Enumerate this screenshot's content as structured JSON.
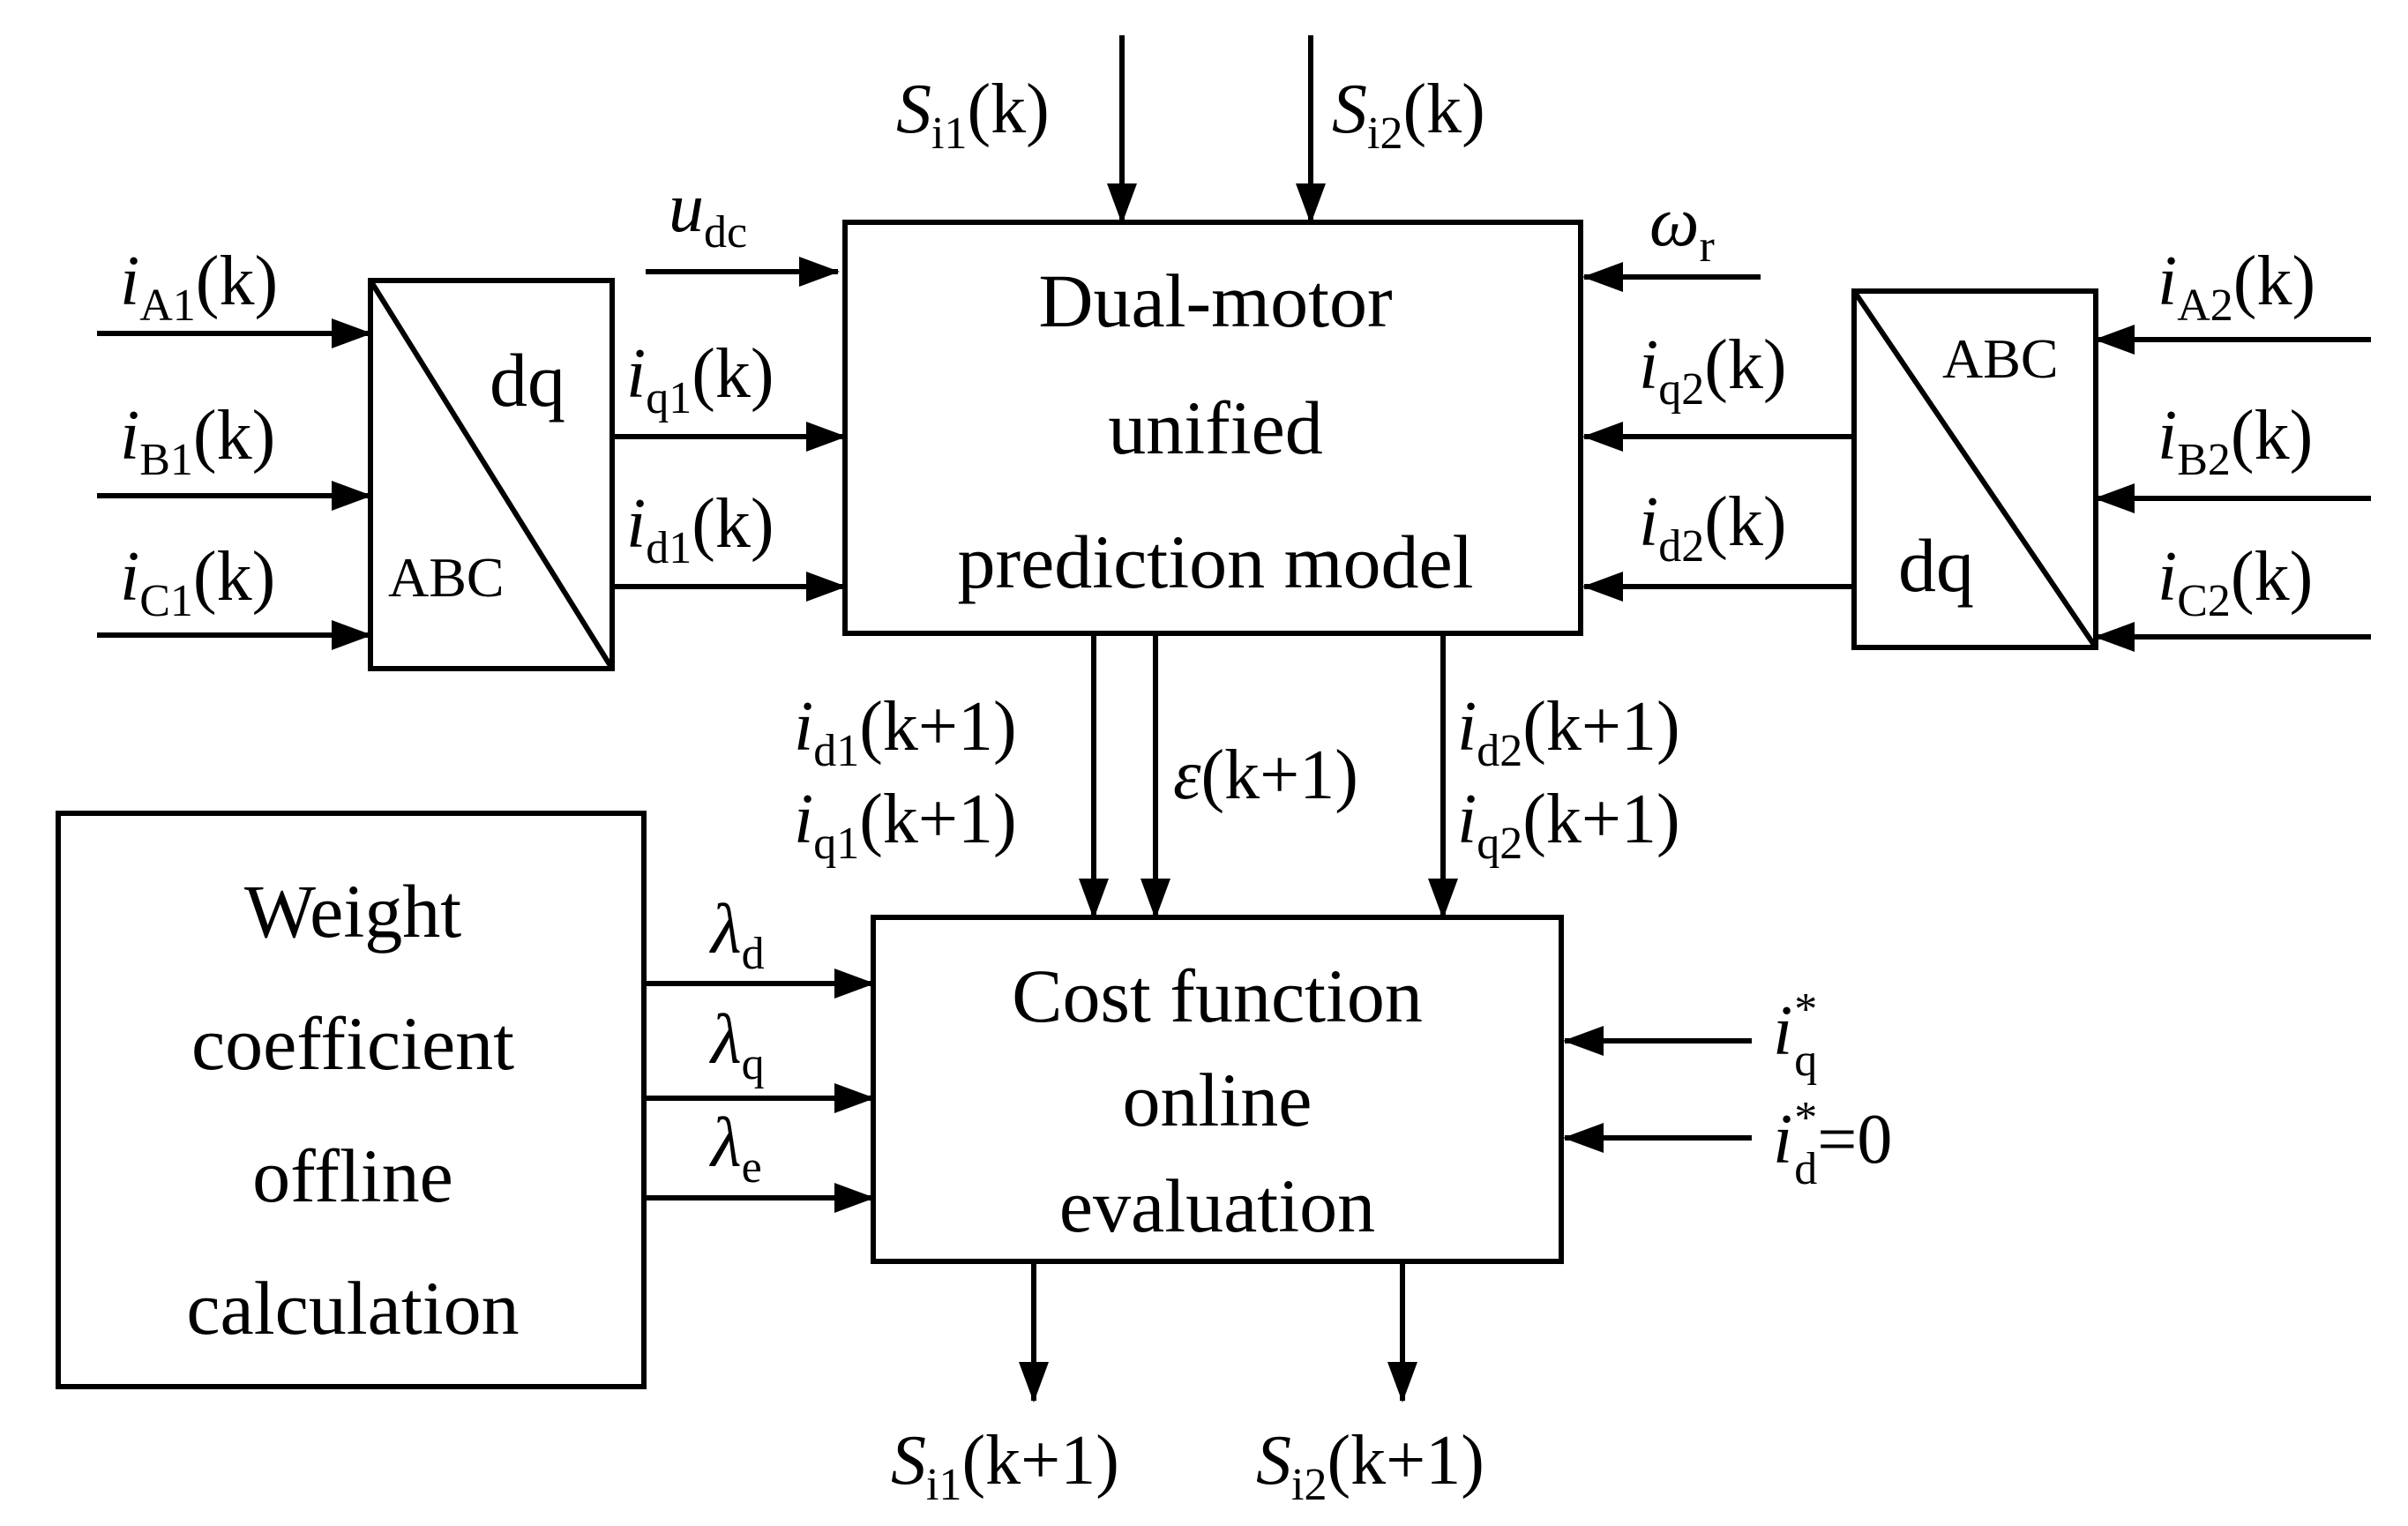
{
  "blocks": {
    "abc_dq_left": {
      "top": "dq",
      "bottom": "ABC"
    },
    "abc_dq_right": {
      "top": "ABC",
      "bottom": "dq"
    },
    "prediction": {
      "lines": [
        "Dual-motor",
        "unified",
        "prediction model"
      ]
    },
    "cost": {
      "lines": [
        "Cost function",
        "online",
        "evaluation"
      ]
    },
    "weight": {
      "lines": [
        "Weight",
        "coefficient",
        "offline",
        "calculation"
      ]
    }
  },
  "signals": {
    "iA1": {
      "base": "i",
      "sub": "A1",
      "arg": "(k)"
    },
    "iB1": {
      "base": "i",
      "sub": "B1",
      "arg": "(k)"
    },
    "iC1": {
      "base": "i",
      "sub": "C1",
      "arg": "(k)"
    },
    "iA2": {
      "base": "i",
      "sub": "A2",
      "arg": "(k)"
    },
    "iB2": {
      "base": "i",
      "sub": "B2",
      "arg": "(k)"
    },
    "iC2": {
      "base": "i",
      "sub": "C2",
      "arg": "(k)"
    },
    "iq1": {
      "base": "i",
      "sub": "q1",
      "arg": "(k)"
    },
    "id1": {
      "base": "i",
      "sub": "d1",
      "arg": "(k)"
    },
    "iq2": {
      "base": "i",
      "sub": "q2",
      "arg": "(k)"
    },
    "id2": {
      "base": "i",
      "sub": "d2",
      "arg": "(k)"
    },
    "udc": {
      "base": "u",
      "sub": "dc"
    },
    "wr": {
      "base": "ω",
      "sub": "r"
    },
    "Si1": {
      "base": "S",
      "sub": "i1",
      "arg": "(k)"
    },
    "Si2": {
      "base": "S",
      "sub": "i2",
      "arg": "(k)"
    },
    "id1k1": {
      "base": "i",
      "sub": "d1",
      "arg": "(k+1)"
    },
    "iq1k1": {
      "base": "i",
      "sub": "q1",
      "arg": "(k+1)"
    },
    "eps": {
      "base": "ε",
      "arg": "(k+1)"
    },
    "id2k1": {
      "base": "i",
      "sub": "d2",
      "arg": "(k+1)"
    },
    "iq2k1": {
      "base": "i",
      "sub": "q2",
      "arg": "(k+1)"
    },
    "lam_d": {
      "base": "λ",
      "sub": "d"
    },
    "lam_q": {
      "base": "λ",
      "sub": "q"
    },
    "lam_e": {
      "base": "λ",
      "sub": "e"
    },
    "iq_ref": {
      "base": "i",
      "sub": "q",
      "sup": "*"
    },
    "id_ref": {
      "base": "i",
      "sub": "d",
      "sup": "*",
      "tail": "=0"
    },
    "Si1k1": {
      "base": "S",
      "sub": "i1",
      "arg": "(k+1)"
    },
    "Si2k1": {
      "base": "S",
      "sub": "i2",
      "arg": "(k+1)"
    }
  }
}
